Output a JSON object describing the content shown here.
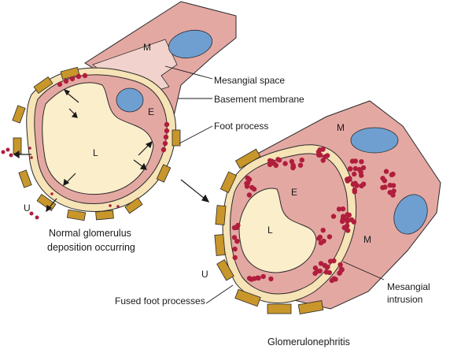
{
  "labels": {
    "mesangial_space": "Mesangial  space",
    "basement_membrane": "Basement membrane",
    "foot_process": "Foot process",
    "fused_foot_processes": "Fused foot processes",
    "mesangial_intrusion_1": "Mesangial",
    "mesangial_intrusion_2": "intrusion",
    "normal_caption_1": "Normal glomerulus",
    "normal_caption_2": "deposition occurring",
    "gn_caption": "Glomerulonephritis"
  },
  "letters": {
    "m": "M",
    "e": "E",
    "l": "L",
    "u": "U"
  },
  "colors": {
    "mesangium": "#e4a8a3",
    "mesangium_light": "#f2d2cc",
    "membrane": "#f6e3b6",
    "lumen": "#fbeecb",
    "nucleus": "#6f9fd0",
    "deposit": "#b01e3c",
    "foot": "#c8962a",
    "outline": "#2a2a2a"
  }
}
